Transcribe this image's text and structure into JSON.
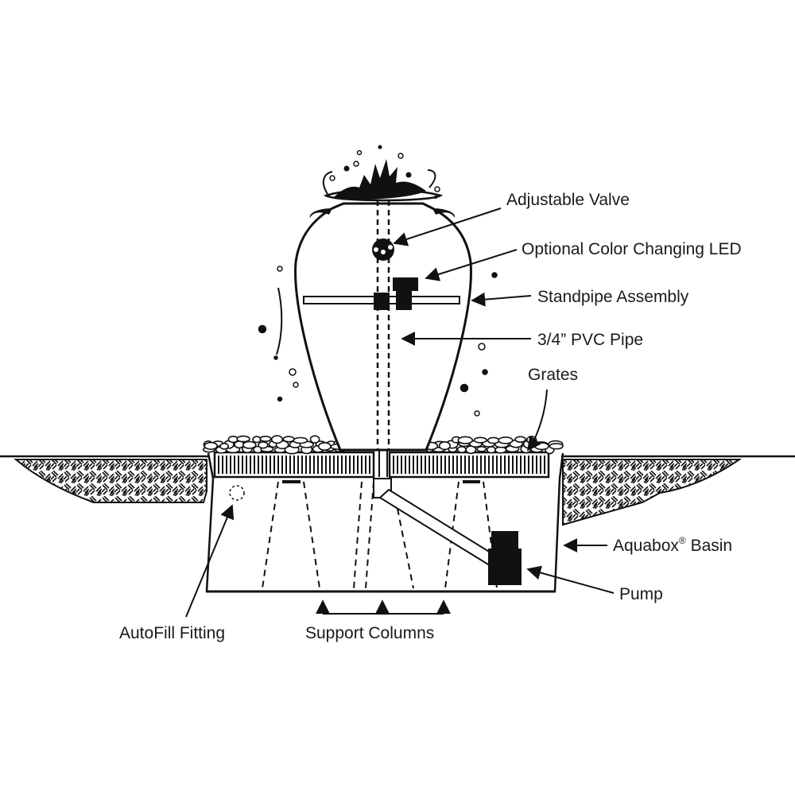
{
  "labels": {
    "adjustable_valve": "Adjustable Valve",
    "led": "Optional Color Changing LED",
    "standpipe": "Standpipe Assembly",
    "pvc_pipe": "3/4” PVC Pipe",
    "grates": "Grates",
    "basin": "Aquabox",
    "basin_mark": "®",
    "basin_suffix": " Basin",
    "pump": "Pump",
    "autofill": "AutoFill Fitting",
    "support_columns": "Support Columns"
  },
  "colors": {
    "ink": "#111111",
    "background": "#ffffff"
  }
}
